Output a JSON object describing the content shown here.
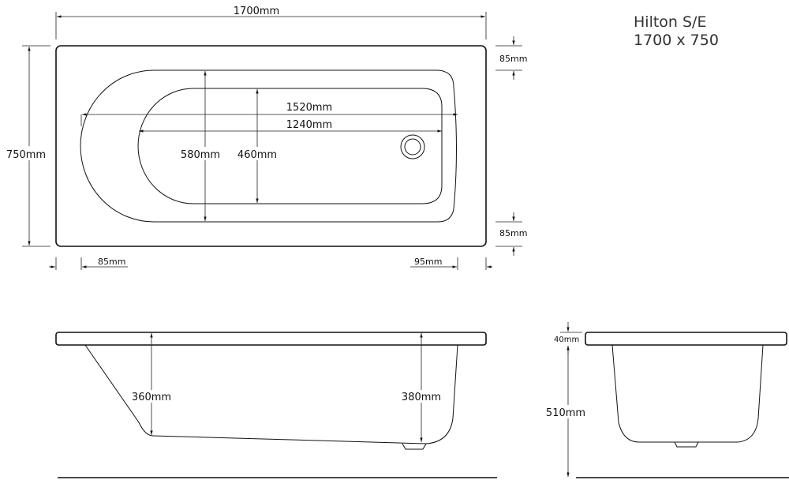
{
  "title": {
    "model": "Hilton S/E",
    "size": "1700 x 750"
  },
  "plan_view": {
    "length": "1700mm",
    "width": "750mm",
    "outer_basin_length": "1520mm",
    "inner_basin_length": "1240mm",
    "outer_basin_width": "580mm",
    "inner_basin_width": "460mm",
    "rim_top": "85mm",
    "rim_bottom": "85mm",
    "rim_left": "85mm",
    "rim_right": "95mm"
  },
  "side_view": {
    "depth_left": "360mm",
    "depth_right": "380mm"
  },
  "end_view": {
    "rim_thickness": "40mm",
    "height": "510mm"
  }
}
